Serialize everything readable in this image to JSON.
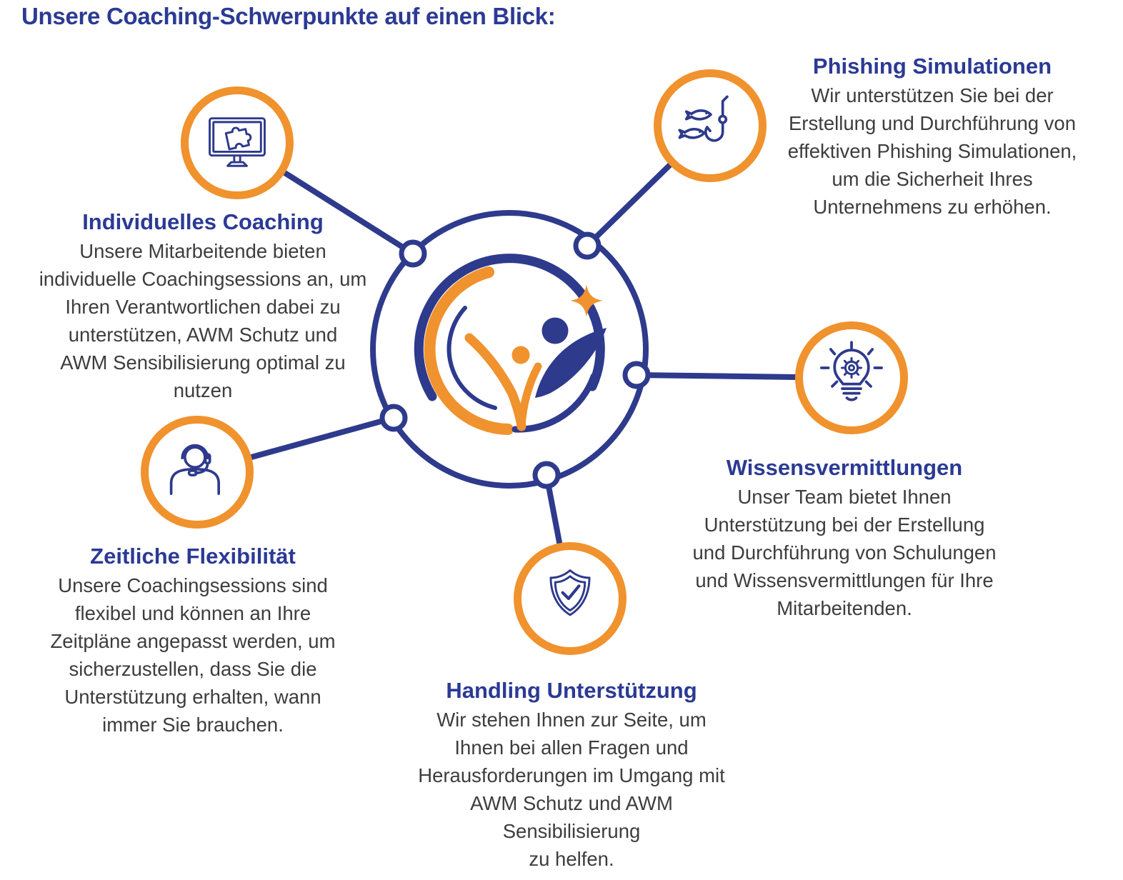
{
  "title": "Unsere Coaching-Schwerpunkte auf einen Blick:",
  "colors": {
    "navy": "#2E3A8C",
    "heading_blue": "#2B3A94",
    "orange": "#F0922D",
    "body_gray": "#3D3D3D"
  },
  "hub": {
    "description": "central company logo hub with five connector nodes"
  },
  "spokes": [
    {
      "id": "individuelles-coaching",
      "icon": "monitor-puzzle-icon",
      "heading": "Individuelles Coaching",
      "body": "Unsere Mitarbeitende bieten\nindividuelle Coachingsessions an, um\nIhren Verantwortlichen dabei zu\nunterstützen, AWM Schutz und\nAWM Sensibilisierung optimal zu\nnutzen"
    },
    {
      "id": "phishing-simulationen",
      "icon": "fishing-hook-icon",
      "heading": "Phishing Simulationen",
      "body": "Wir unterstützen Sie bei der\nErstellung und Durchführung von\neffektiven Phishing Simulationen,\num die Sicherheit Ihres\nUnternehmens zu erhöhen."
    },
    {
      "id": "wissensvermittlungen",
      "icon": "lightbulb-gear-icon",
      "heading": "Wissensvermittlungen",
      "body": "Unser Team bietet Ihnen\nUnterstützung bei der Erstellung\nund Durchführung von Schulungen\nund Wissensvermittlungen für Ihre\nMitarbeitenden."
    },
    {
      "id": "zeitliche-flexibilitaet",
      "icon": "headset-person-icon",
      "heading": "Zeitliche Flexibilität",
      "body": "Unsere Coachingsessions sind\nflexibel und können an Ihre\nZeitpläne angepasst werden, um\nsicherzustellen, dass Sie die\nUnterstützung erhalten, wann\nimmer Sie brauchen."
    },
    {
      "id": "handling-unterstuetzung",
      "icon": "shield-check-icon",
      "heading": "Handling Unterstützung",
      "body": "Wir stehen Ihnen zur Seite, um\nIhnen bei allen Fragen und\nHerausforderungen im Umgang mit\nAWM Schutz und AWM\nSensibilisierung\nzu helfen."
    }
  ]
}
